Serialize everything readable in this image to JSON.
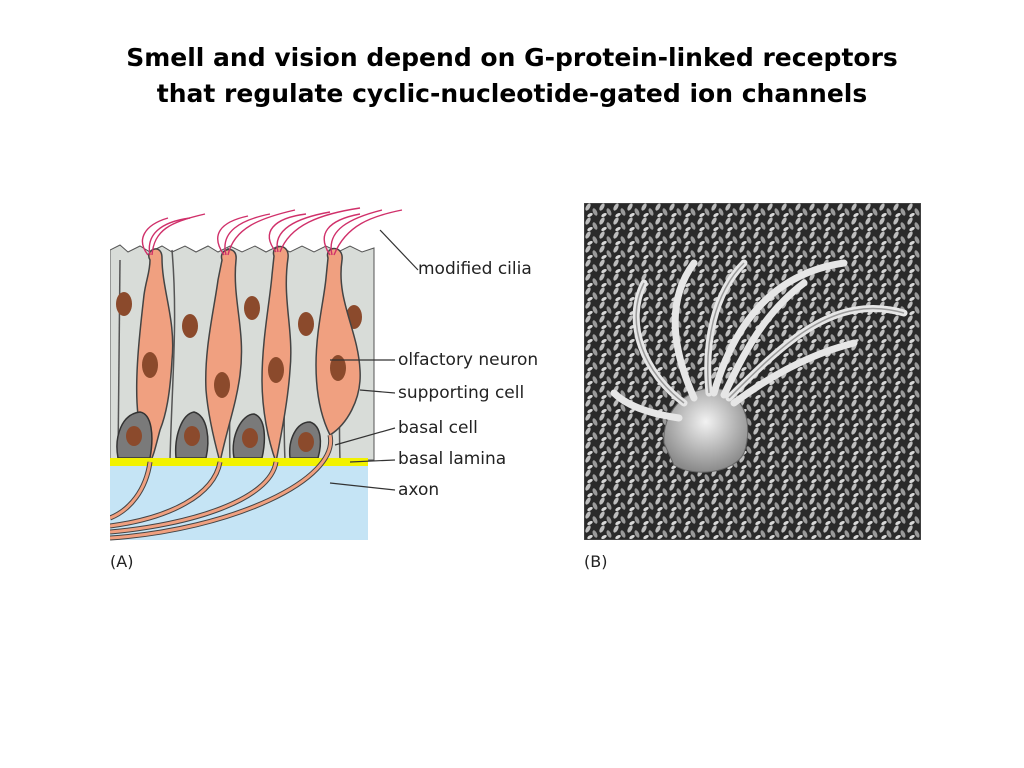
{
  "slide": {
    "title_line1": "Smell and vision depend on G-protein-linked receptors",
    "title_line2": "that regulate cyclic-nucleotide-gated ion channels"
  },
  "panel_a": {
    "label": "(A)",
    "callouts": {
      "cilia": "modified cilia",
      "neuron": "olfactory neuron",
      "supporting": "supporting cell",
      "basal_cell": "basal cell",
      "basal_lamina": "basal lamina",
      "axon": "axon"
    },
    "colors": {
      "epithelium": "#d8dcd8",
      "neuron": "#f0a080",
      "nucleus": "#8b4a2c",
      "basal_cell": "#7a7a7a",
      "lamina": "#f2f200",
      "connective": "#c5e4f5",
      "cilia": "#d0306a"
    }
  },
  "panel_b": {
    "label": "(B)"
  }
}
